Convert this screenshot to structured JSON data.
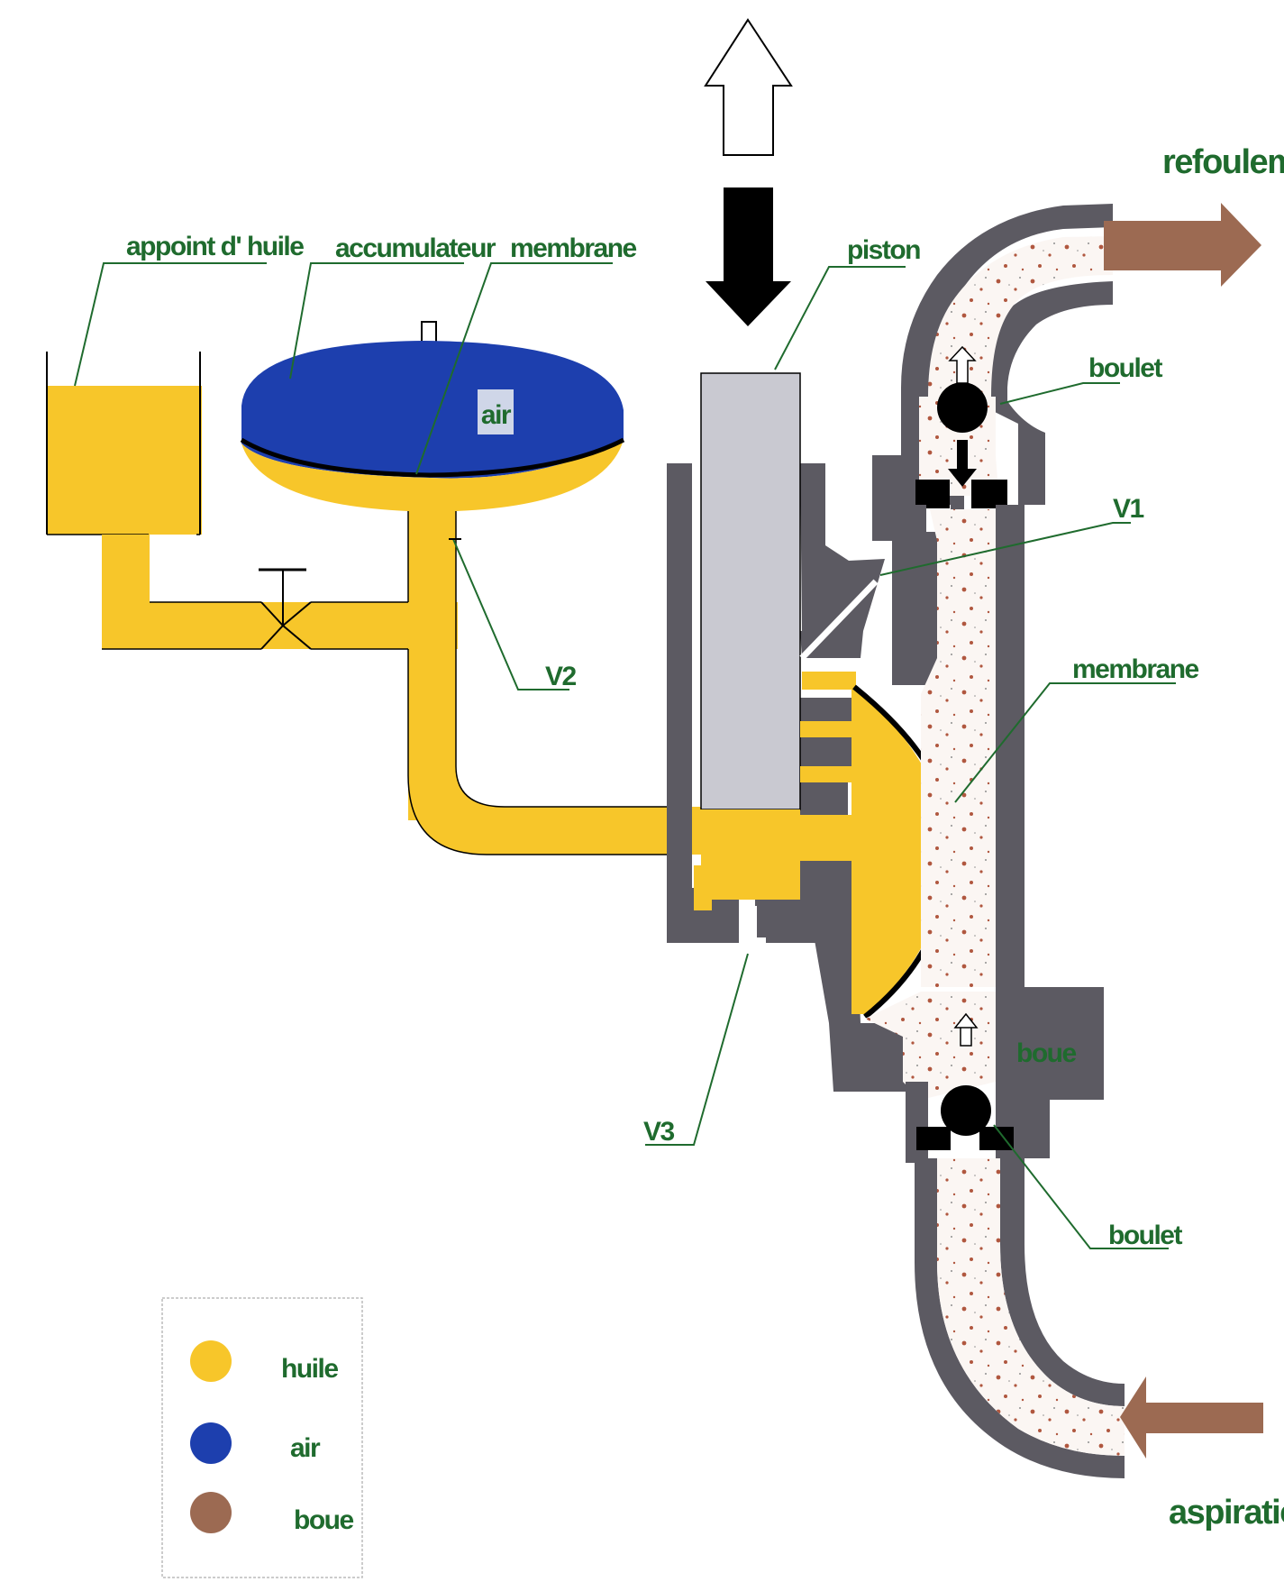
{
  "colors": {
    "oil": "#f7c62a",
    "air": "#1d3fae",
    "mud": "#9c6a52",
    "wall": "#5c5a62",
    "piston": "#c9c9d1",
    "label": "#1f6b2e"
  },
  "labels": {
    "oil_refill": "appoint d' huile",
    "accumulator": "accumulateur",
    "membrane_top": "membrane",
    "air_in_accumulator": "air",
    "piston": "piston",
    "discharge": "refoulement",
    "ball_top": "boulet",
    "v1": "V1",
    "v2": "V2",
    "v3": "V3",
    "membrane_pump": "membrane",
    "mud_in_chamber": "boue",
    "ball_bottom": "boulet",
    "suction": "aspiration"
  },
  "legend": {
    "items": [
      {
        "label": "huile",
        "color": "#f7c62a"
      },
      {
        "label": "air",
        "color": "#1d3fae"
      },
      {
        "label": "boue",
        "color": "#9c6a52"
      }
    ]
  }
}
